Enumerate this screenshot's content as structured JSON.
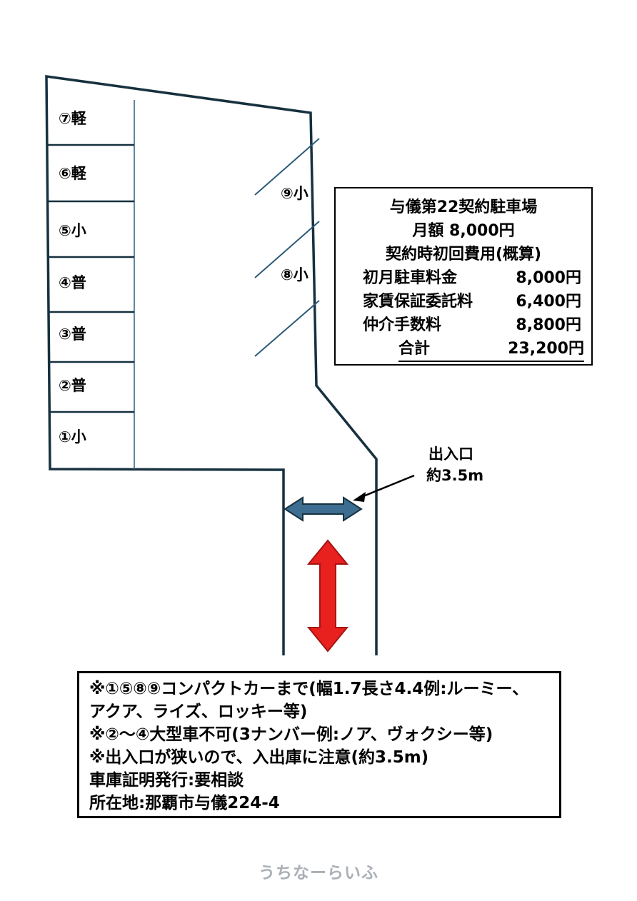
{
  "colors": {
    "outline": "#16313f",
    "inner_line": "#3a6a85",
    "diagonal": "#2c5a78",
    "blue_arrow_fill": "#3d6d90",
    "blue_arrow_stroke": "#16313f",
    "red_arrow_fill": "#e8201e",
    "red_arrow_stroke": "#a41512",
    "watermark": "#aab0b5"
  },
  "spaces": [
    {
      "label": "⑦軽"
    },
    {
      "label": "⑥軽"
    },
    {
      "label": "⑤小"
    },
    {
      "label": "④普"
    },
    {
      "label": "③普"
    },
    {
      "label": "②普"
    },
    {
      "label": "①小"
    }
  ],
  "diagonal_spaces": [
    {
      "label": "⑨小"
    },
    {
      "label": "⑧小"
    }
  ],
  "info_box": {
    "title": "与儀第22契約駐車場",
    "monthly": "月額 8,000円",
    "subtitle": "契約時初回費用(概算)",
    "rows": [
      {
        "label": "初月駐車料金",
        "value": "8,000円"
      },
      {
        "label": "家賃保証委託料",
        "value": "6,400円"
      },
      {
        "label": "仲介手数料",
        "value": "8,800円"
      }
    ],
    "total_label": "合計",
    "total_value": "23,200円"
  },
  "entrance": {
    "line1": "出入口",
    "line2": "約3.5m"
  },
  "notes": {
    "lines": [
      "※①⑤⑧⑨コンパクトカーまで(幅1.7長さ4.4例:ルーミー、",
      "アクア、ライズ、ロッキー等)",
      "※②～④大型車不可(3ナンバー例:ノア、ヴォクシー等)",
      "※出入口が狭いので、入出庫に注意(約3.5m)",
      "車庫証明発行:要相談",
      "所在地:那覇市与儀224-4"
    ]
  },
  "footer": {
    "watermark": "うちなーらいふ"
  }
}
